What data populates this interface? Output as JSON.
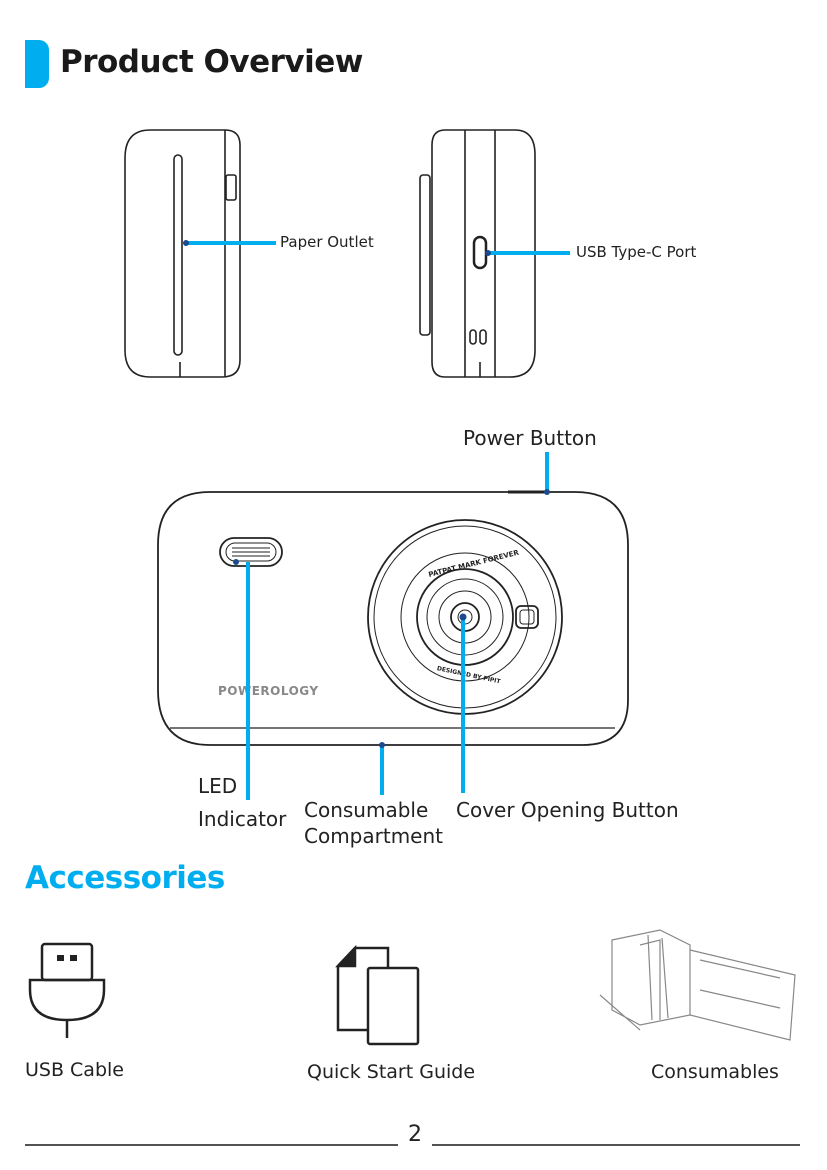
{
  "header": {
    "title": "Product Overview"
  },
  "side_views": {
    "paper_outlet": "Paper Outlet",
    "usb_port": "USB Type-C Port"
  },
  "front_view": {
    "power_button": "Power Button",
    "led_line1": "LED",
    "led_line2": "Indicator",
    "consumable_line1": "Consumable",
    "consumable_line2": "Compartment",
    "cover_button": "Cover Opening Button",
    "brand": "POWEROLOGY",
    "ring_text_top": "PATPAT MARK FOREVER",
    "ring_text_bottom": "DESIGNED BY PIPIT"
  },
  "accessories": {
    "title": "Accessories",
    "items": [
      {
        "label": "USB Cable",
        "icon": "usb-cable-icon"
      },
      {
        "label": "Quick Start Guide",
        "icon": "document-icon"
      },
      {
        "label": "Consumables",
        "icon": "consumables-illustration"
      }
    ]
  },
  "footer": {
    "page_number": "2"
  },
  "colors": {
    "accent": "#00aeef",
    "text": "#222222"
  }
}
